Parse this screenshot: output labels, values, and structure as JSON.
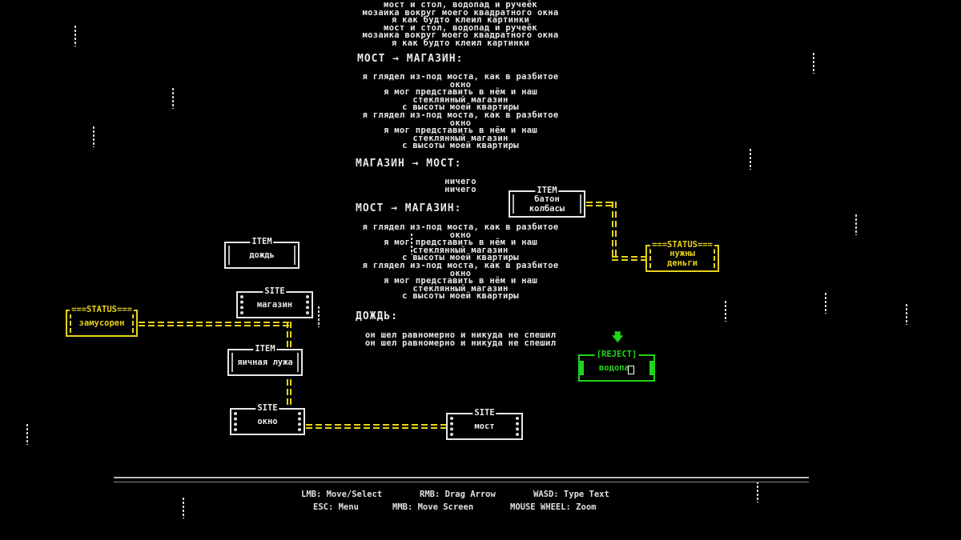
{
  "poem": {
    "top_block": [
      "мост и стол, водопад и ручеёк",
      "мозаика вокруг моего квадратного окна",
      "я как будто клеил картинки",
      "мост и стол, водопад и ручеёк",
      "мозаика вокруг моего квадратного окна",
      "я как будто клеил картинки"
    ],
    "sections": [
      {
        "heading": "МОСТ → МАГАЗИН:",
        "lines": [
          "я глядел из-под моста, как в разбитое",
          "окно",
          "я мог представить в нём и наш",
          "стеклянный магазин",
          "с высоты моей квартиры",
          "я глядел из-под моста, как в разбитое",
          "окно",
          "я мог представить в нём и наш",
          "стеклянный магазин",
          "с высоты моей квартиры"
        ]
      },
      {
        "heading": "МАГАЗИН → МОСТ:",
        "lines": [
          "ничего",
          "ничего"
        ]
      },
      {
        "heading": "МОСТ → МАГАЗИН:",
        "lines": [
          "я глядел из-под моста, как в разбитое",
          "окно",
          "я мог представить в нём и наш",
          "стеклянный магазин",
          "с высоты моей квартиры",
          "я глядел из-под моста, как в разбитое",
          "окно",
          "я мог представить в нём и наш",
          "стеклянный магазин",
          "с высоты моей квартиры"
        ]
      },
      {
        "heading": "ДОЖДЬ:",
        "lines": [
          "он шел равномерно и никуда не спешил",
          "он шел равномерно и никуда не спешил"
        ]
      }
    ]
  },
  "nodes": {
    "item_rain": {
      "tag": "ITEM",
      "label": "дождь"
    },
    "site_shop": {
      "tag": "SITE",
      "label": "магазин"
    },
    "status_messy": {
      "tag": "===STATUS===",
      "label": "замусорен"
    },
    "item_egg": {
      "tag": "ITEM",
      "label": "яичная лужа"
    },
    "site_window": {
      "tag": "SITE",
      "label": "окно"
    },
    "site_bridge": {
      "tag": "SITE",
      "label": "мост"
    },
    "item_sausage": {
      "tag": "ITEM",
      "label": "батон колбасы"
    },
    "status_money": {
      "tag": "===STATUS===",
      "label": "нужны деньги"
    },
    "reject_waterfall": {
      "tag": "[REJECT]",
      "label": "водопад"
    }
  },
  "colors": {
    "background": "#000000",
    "text": "#e8e8e8",
    "status": "#e8d21a",
    "reject": "#22d41a",
    "link": "#e8d21a"
  },
  "help": {
    "lmb": "LMB: Move/Select",
    "rmb": "RMB: Drag Arrow",
    "wasd": "WASD: Type Text",
    "esc": "ESC: Menu",
    "mmb": "MMB: Move Screen",
    "wheel": "MOUSE WHEEL: Zoom"
  },
  "icons": {
    "reject_marker": "down-arrow-icon",
    "cursor": "text-cursor-icon"
  }
}
